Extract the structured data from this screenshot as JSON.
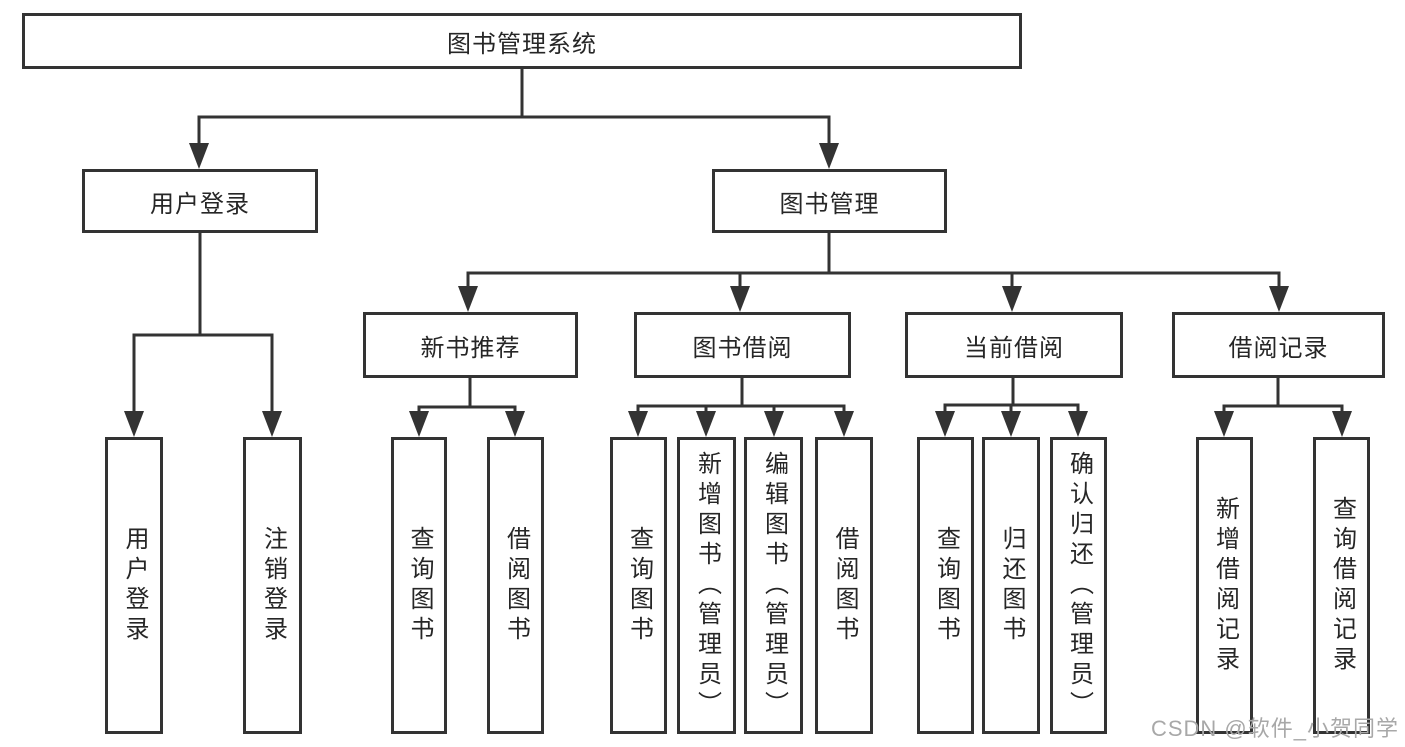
{
  "tree": {
    "root": {
      "label": "图书管理系统"
    },
    "branches": [
      {
        "label": "用户登录",
        "children": [
          {
            "label": "用户登录"
          },
          {
            "label": "注销登录"
          }
        ]
      },
      {
        "label": "图书管理",
        "children": [
          {
            "label": "新书推荐",
            "children": [
              {
                "label": "查询图书"
              },
              {
                "label": "借阅图书"
              }
            ]
          },
          {
            "label": "图书借阅",
            "children": [
              {
                "label": "查询图书"
              },
              {
                "label": "新增图书（管理员）"
              },
              {
                "label": "编辑图书（管理员）"
              },
              {
                "label": "借阅图书"
              }
            ]
          },
          {
            "label": "当前借阅",
            "children": [
              {
                "label": "查询图书"
              },
              {
                "label": "归还图书"
              },
              {
                "label": "确认归还（管理员）"
              }
            ]
          },
          {
            "label": "借阅记录",
            "children": [
              {
                "label": "新增借阅记录"
              },
              {
                "label": "查询借阅记录"
              }
            ]
          }
        ]
      }
    ]
  },
  "watermark": {
    "text": "CSDN @软件_小贺同学"
  },
  "colors": {
    "line": "#333333",
    "text": "#262626",
    "background": "#ffffff",
    "watermark": "#a8a8a8"
  }
}
